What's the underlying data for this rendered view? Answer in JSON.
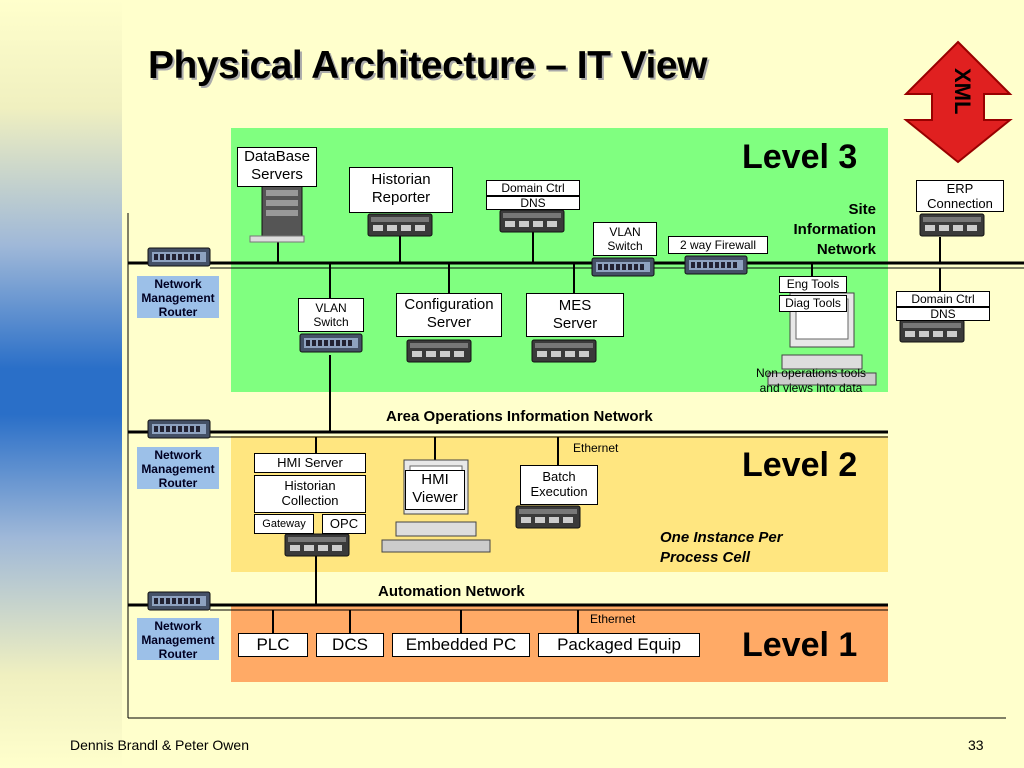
{
  "slide": {
    "title": "Physical Architecture – IT View",
    "xml_label": "XML",
    "footer_author": "Dennis Brandl & Peter Owen",
    "page_number": "33"
  },
  "colors": {
    "level3_bg": "#80ff80",
    "level2_bg": "#ffe680",
    "level1_bg": "#ffaa66",
    "arrow": "#e02020",
    "router_bg": "#9cc0e8"
  },
  "level3": {
    "title": "Level 3",
    "network_label": [
      "Site",
      "Information",
      "Network"
    ],
    "database_servers": [
      "DataBase",
      "Servers"
    ],
    "historian_reporter": [
      "Historian",
      "Reporter"
    ],
    "domain_ctrl": "Domain Ctrl",
    "dns": "DNS",
    "vlan_switch_top": [
      "VLAN",
      "Switch"
    ],
    "firewall": "2 way Firewall",
    "erp": [
      "ERP",
      "Connection"
    ],
    "eng_tools": "Eng Tools",
    "diag_tools": "Diag Tools",
    "domain_ctrl_right": "Domain Ctrl",
    "dns_right": "DNS",
    "vlan_switch_left": [
      "VLAN",
      "Switch"
    ],
    "configuration_server": [
      "Configuration",
      "Server"
    ],
    "mes_server": [
      "MES",
      "Server"
    ],
    "non_ops_note": [
      "Non operations tools",
      "and views into data"
    ]
  },
  "area_network_label": "Area Operations Information Network",
  "level2": {
    "title": "Level 2",
    "ethernet": "Ethernet",
    "hmi_server": "HMI Server",
    "historian_collection": [
      "Historian",
      "Collection"
    ],
    "gateway": "Gateway",
    "opc": "OPC",
    "hmi_viewer": [
      "HMI",
      "Viewer"
    ],
    "batch_execution": [
      "Batch",
      "Execution"
    ],
    "instance_note": [
      "One Instance Per",
      "Process Cell"
    ]
  },
  "automation_network_label": "Automation Network",
  "level1": {
    "title": "Level 1",
    "ethernet": "Ethernet",
    "plc": "PLC",
    "dcs": "DCS",
    "embedded_pc": "Embedded PC",
    "packaged_equip": "Packaged Equip"
  },
  "routers": [
    {
      "label": [
        "Network",
        "Management",
        "Router"
      ]
    },
    {
      "label": [
        "Network",
        "Management",
        "Router"
      ]
    },
    {
      "label": [
        "Network",
        "Management",
        "Router"
      ]
    }
  ]
}
